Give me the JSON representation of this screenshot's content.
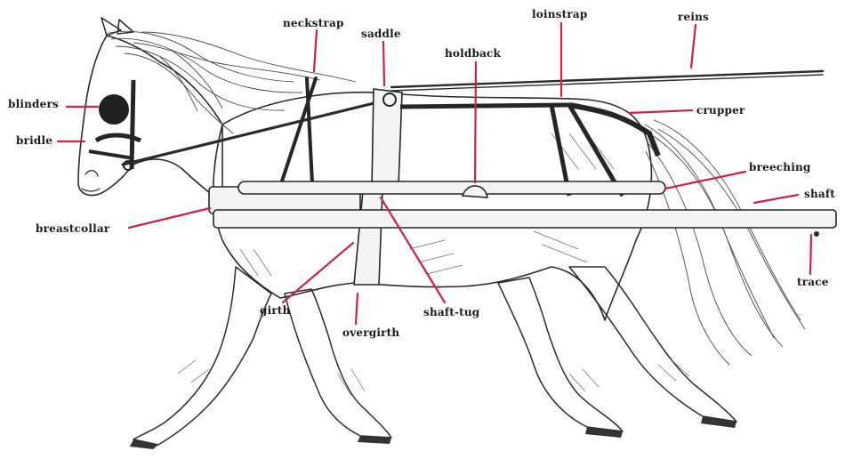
{
  "leader_color": "#c8244a",
  "labels": {
    "neckstrap": "neckstrap",
    "saddle": "saddle",
    "loinstrap": "loinstrap",
    "reins": "reins",
    "holdback": "holdback",
    "blinders": "blinders",
    "crupper": "crupper",
    "bridle": "bridle",
    "breeching": "breeching",
    "shaft": "shaft",
    "breastcollar": "breastcollar",
    "trace": "trace",
    "girth": "girth",
    "shaft_tug": "shaft-tug",
    "overgirth": "overgirth"
  }
}
